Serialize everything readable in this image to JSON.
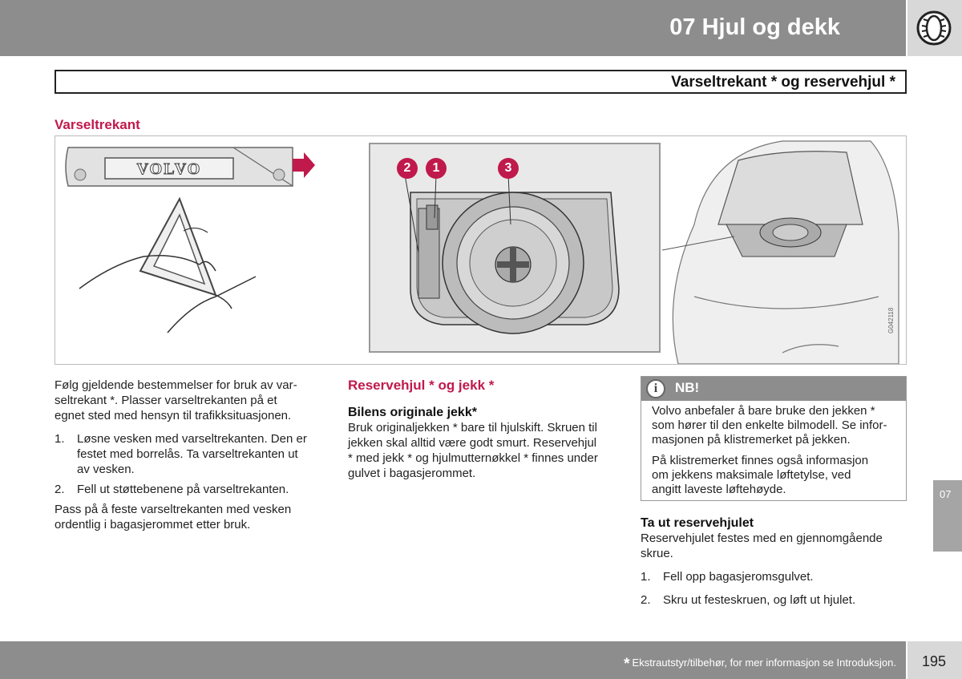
{
  "header": {
    "chapter_title": "07 Hjul og dekk",
    "icon": "tire-icon"
  },
  "section": {
    "title": "Varseltrekant * og reservehjul *"
  },
  "left_column": {
    "heading": "Varseltrekant",
    "intro_line1": "Følg gjeldende bestemmelser for bruk av var-",
    "intro_line2": "seltrekant *. Plasser varseltrekanten på et",
    "intro_line3": "egnet sted med hensyn til trafikksituasjonen.",
    "steps": [
      {
        "num": "1.",
        "line1": "Løsne vesken med varseltrekanten. Den er",
        "line2": "festet med borrelås. Ta varseltrekanten ut",
        "line3": "av vesken."
      },
      {
        "num": "2.",
        "line1": "Fell ut støttebenene på varseltrekanten."
      }
    ],
    "outro_line1": "Pass på å feste varseltrekanten med vesken",
    "outro_line2": "ordentlig i bagasjerommet etter bruk."
  },
  "figure": {
    "brand_text": "VOLVO",
    "callouts": [
      "2",
      "1",
      "3"
    ],
    "figure_id": "G042118",
    "accent_color": "#c0194b"
  },
  "middle_column": {
    "heading": "Reservehjul * og jekk *",
    "subheading": "Bilens originale jekk*",
    "line1": "Bruk originaljekken * bare til hjulskift. Skruen til",
    "line2": "jekken skal alltid være godt smurt. Reservehjul",
    "line3": "* med jekk * og hjulmutternøkkel * finnes under",
    "line4": "gulvet i bagasjerommet."
  },
  "note": {
    "label": "NB!",
    "icon": "info-icon",
    "p1_line1": "Volvo anbefaler å bare bruke den jekken *",
    "p1_line2": "som hører til den enkelte bilmodell. Se infor-",
    "p1_line3": "masjonen på klistremerket på jekken.",
    "p2_line1": "På klistremerket finnes også informasjon",
    "p2_line2": "om jekkens maksimale løftetylse, ved",
    "p2_line3": "angitt laveste løftehøyde."
  },
  "right_column": {
    "subheading": "Ta ut reservehjulet",
    "line1": "Reservehjulet festes med en gjennomgående",
    "line2": "skrue.",
    "steps": [
      {
        "num": "1.",
        "text": "Fell opp bagasjeromsgulvet."
      },
      {
        "num": "2.",
        "text": "Skru ut festeskruen, og løft ut hjulet."
      }
    ]
  },
  "side_tab": {
    "label": "07"
  },
  "footer": {
    "star": "*",
    "text": "Ekstrautstyr/tilbehør, for mer informasjon se Introduksjon.",
    "page_number": "195"
  }
}
